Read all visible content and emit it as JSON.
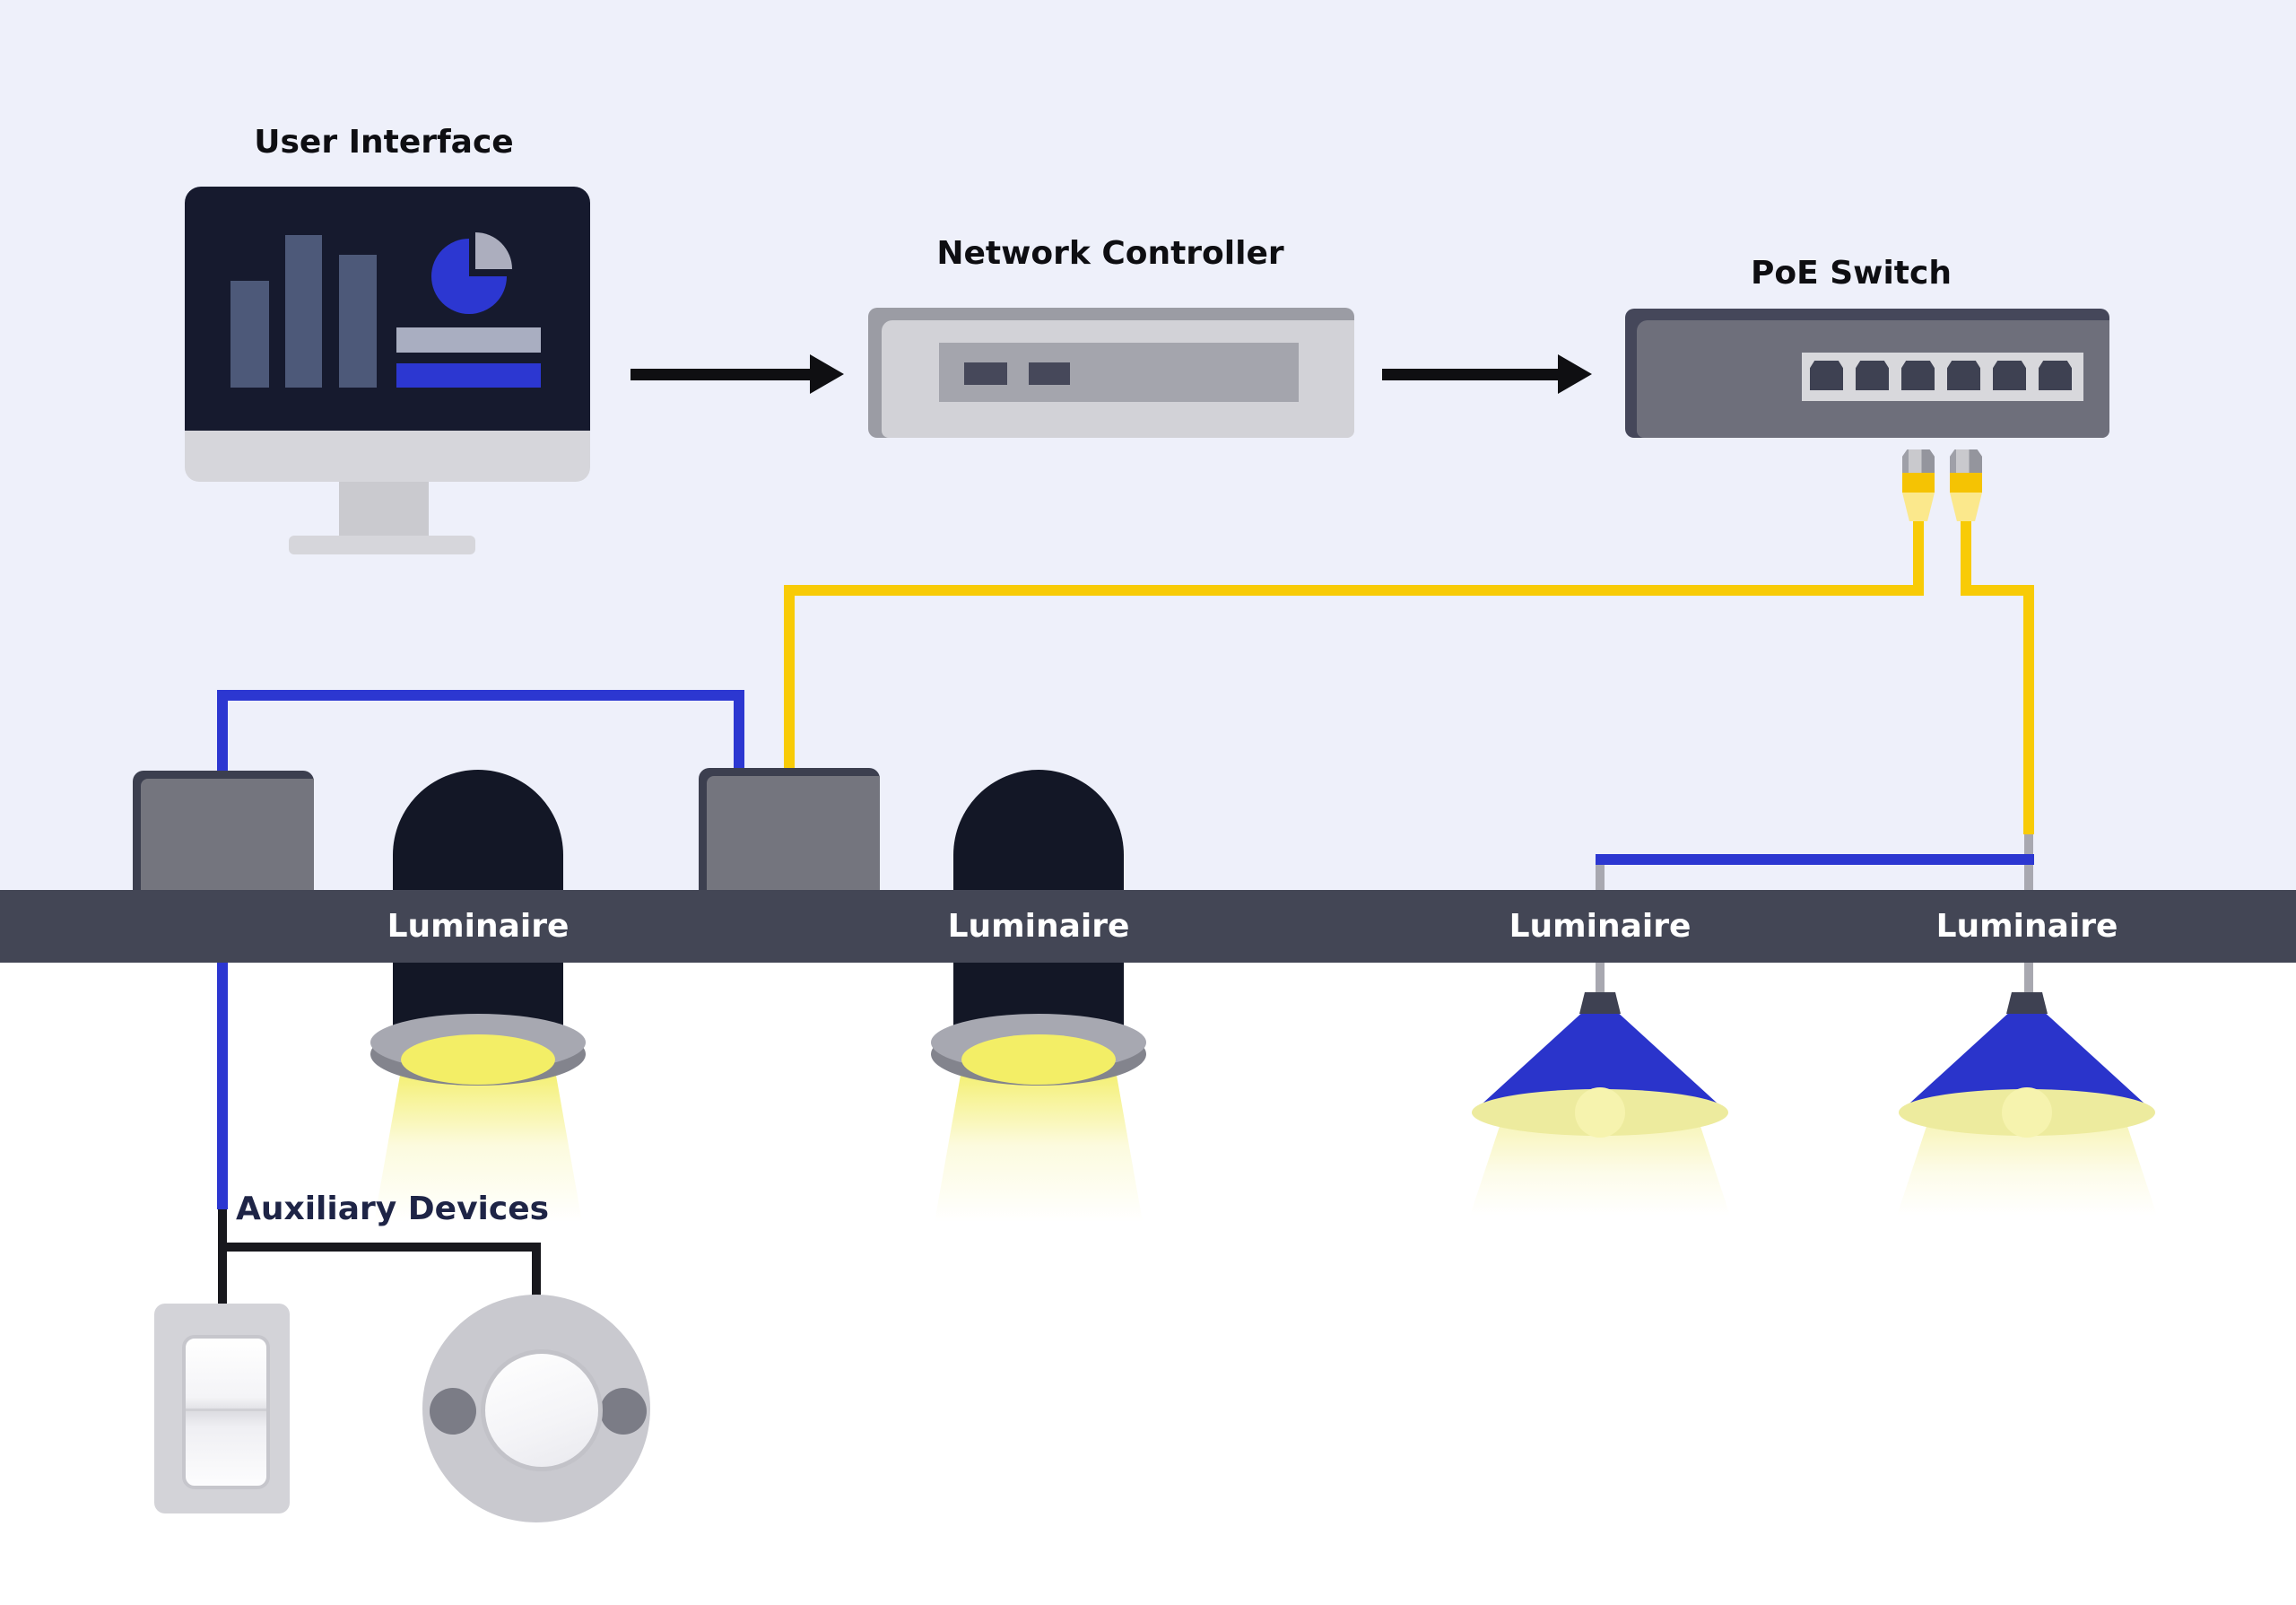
{
  "diagram": {
    "type": "poe-lighting-system-architecture",
    "colors": {
      "background_top": "#EEF0FA",
      "background_bottom": "#FFFFFF",
      "ceiling_band": "#434655",
      "accent_blue": "#2C37D1",
      "cable_yellow": "#F8CB06",
      "cord_gray": "#A8A8B0",
      "wire_black": "#18181D",
      "screen_dark": "#161A2E",
      "label_white": "#FFFFFF",
      "label_black": "#0E0E12",
      "label_navy": "#1E2446"
    },
    "nodes": {
      "user_interface": {
        "label": "User Interface"
      },
      "network_controller": {
        "label": "Network Controller"
      },
      "poe_switch": {
        "label": "PoE Switch",
        "port_count": 6,
        "patch_cords": 2
      },
      "luminaires": [
        {
          "label": "Luminaire",
          "type": "recessed-downlight",
          "feed": "blue-data"
        },
        {
          "label": "Luminaire",
          "type": "recessed-downlight",
          "feed": "yellow-poe-and-blue-data"
        },
        {
          "label": "Luminaire",
          "type": "pendant",
          "feed": "blue-data"
        },
        {
          "label": "Luminaire",
          "type": "pendant",
          "feed": "yellow-poe"
        }
      ],
      "auxiliary_devices": {
        "label": "Auxiliary Devices",
        "items": [
          "wall-dimmer-switch",
          "occupancy-sensor"
        ]
      }
    },
    "flow": [
      "User Interface",
      "Network Controller",
      "PoE Switch",
      "Luminaires",
      "Auxiliary Devices"
    ]
  }
}
